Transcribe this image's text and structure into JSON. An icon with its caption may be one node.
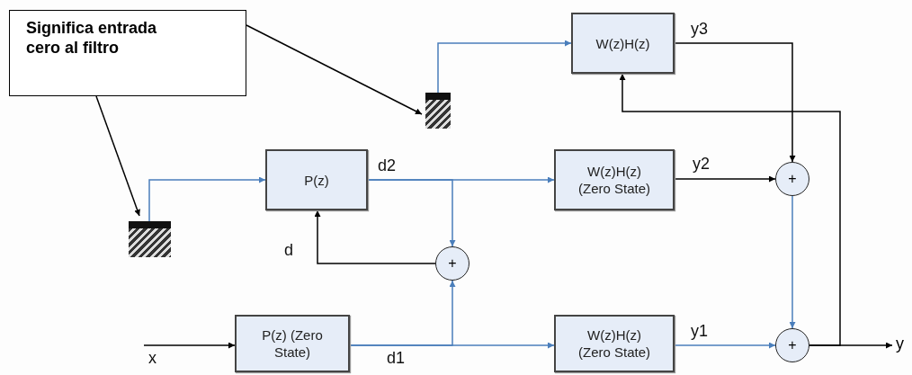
{
  "diagram": {
    "nodes": [
      {
        "text": [
          "Significa entrada cero al filtro"
        ]
      },
      {
        "text": [],
        "shape": "box"
      },
      {
        "text": [],
        "shape": "box"
      },
      {
        "text": [
          "W(z)H(z)"
        ]
      },
      {
        "text": [
          "P(z)"
        ]
      },
      {
        "text": [
          "W(z)H(z) (Zero State)"
        ]
      },
      {
        "text": [
          "+"
        ]
      },
      {
        "text": [
          "+"
        ]
      },
      {
        "text": [
          "P(z) (Zero State)"
        ]
      },
      {
        "text": [
          "W(z)H(z) (Zero State)"
        ]
      },
      {
        "text": [
          "+"
        ]
      },
      {
        "text": [
          "y"
        ]
      }
    ],
    "edges": [
      {
        "from": 0,
        "to": 1,
        "arrow": "to"
      },
      {
        "from": 0,
        "to": 2,
        "arrow": "to"
      },
      {
        "from": 1,
        "to": 3,
        "arrow": "to",
        "color": "#4a7ebb"
      },
      {
        "from": 2,
        "to": 4,
        "arrow": "to",
        "color": "#4a7ebb"
      },
      {
        "from": null,
        "to": 8,
        "arrow": "to",
        "label": "x"
      },
      {
        "from": 4,
        "to": 5,
        "arrow": "to",
        "label": "d2",
        "color": "#4a7ebb"
      },
      {
        "from": 4,
        "to": 7,
        "arrow": "to",
        "color": "#4a7ebb"
      },
      {
        "from": 8,
        "to": 9,
        "arrow": "to",
        "label": "d1",
        "color": "#4a7ebb"
      },
      {
        "from": 8,
        "to": 7,
        "arrow": "to",
        "color": "#4a7ebb"
      },
      {
        "from": 7,
        "to": 4,
        "arrow": "to",
        "label": "d"
      },
      {
        "from": 3,
        "to": 6,
        "arrow": "to",
        "label": "y3"
      },
      {
        "from": 5,
        "to": 6,
        "arrow": "to",
        "label": "y2"
      },
      {
        "from": 6,
        "to": 10,
        "arrow": "to",
        "color": "#4a7ebb"
      },
      {
        "from": 9,
        "to": 10,
        "arrow": "to",
        "label": "y1",
        "color": "#4a7ebb"
      },
      {
        "from": 10,
        "to": 11,
        "arrow": "to"
      },
      {
        "from": 10,
        "to": 3,
        "arrow": "to"
      }
    ]
  }
}
